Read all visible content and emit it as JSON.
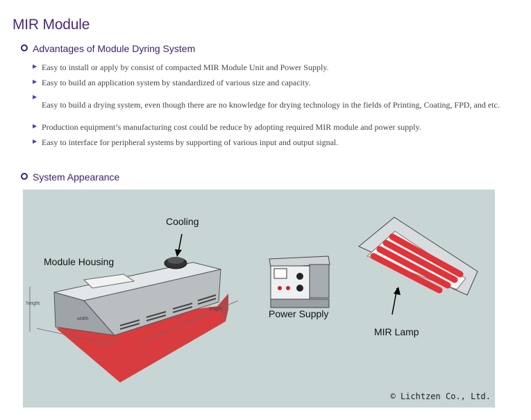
{
  "page": {
    "title": "MIR Module"
  },
  "advantages": {
    "heading": "Advantages of Module Dyring System",
    "items": [
      "Easy to install or apply by consist of compacted MIR Module Unit and Power Supply.",
      "Easy to build an application system by standardized of various size and capacity.",
      "Easy to build a drying system, even though there are no knowledge for drying technology in the fields of Printing, Coating, FPD, and etc.",
      "Production equipment’s manufacturing cost could be reduce by adopting required MIR module and power supply.",
      "Easy to interface for peripheral systems by supporting of various input and output signal."
    ]
  },
  "appearance": {
    "heading": "System Appearance",
    "labels": {
      "cooling": "Cooling",
      "module_housing": "Module Housing",
      "height": "height",
      "width": "width",
      "length": "length",
      "power_supply": "Power Supply",
      "mir_lamp": "MIR Lamp"
    },
    "copyright": "© Lichtzen Co., Ltd."
  },
  "colors": {
    "accent": "#4b2a7b",
    "figure_bg": "#c7d5d5",
    "lamp_red": "#e0333a"
  }
}
